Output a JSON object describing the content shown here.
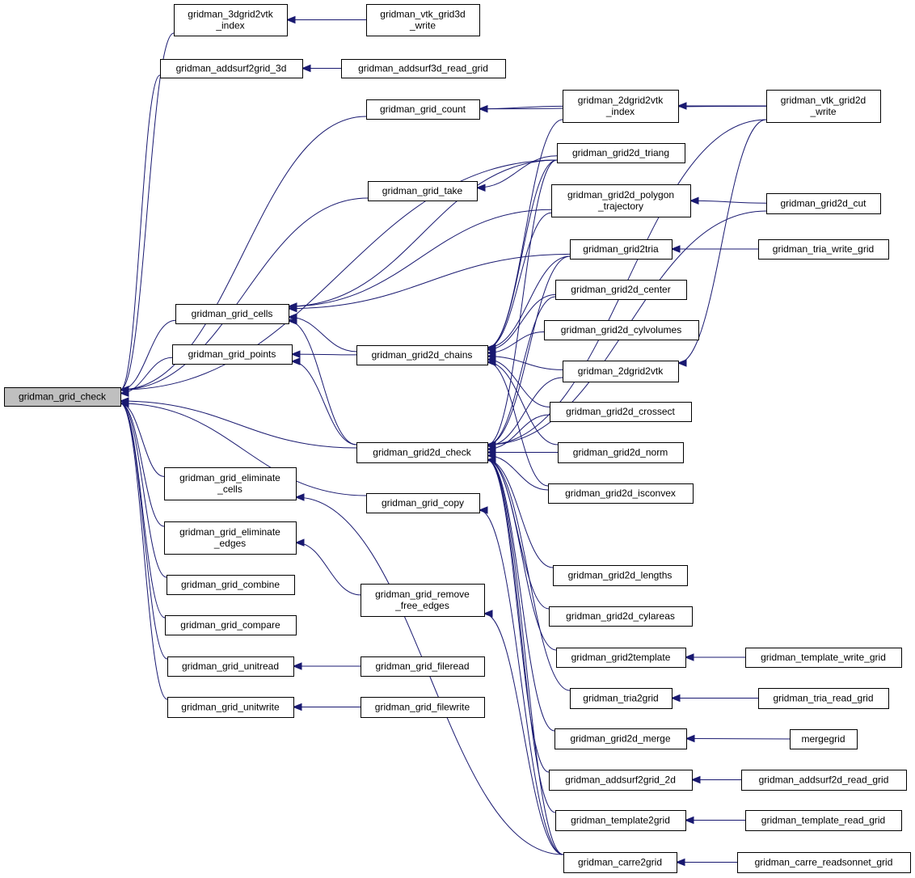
{
  "graph": {
    "edge_color": "#191970",
    "root_fill": "#bfbfbf",
    "node_fill": "#ffffff",
    "root": "check",
    "nodes": [
      {
        "id": "check",
        "label": [
          "gridman_grid_check"
        ]
      },
      {
        "id": "g3d2vtk",
        "label": [
          "gridman_3dgrid2vtk",
          "_index"
        ]
      },
      {
        "id": "vtk3d",
        "label": [
          "gridman_vtk_grid3d",
          "_write"
        ]
      },
      {
        "id": "addsurf3d",
        "label": [
          "gridman_addsurf2grid_3d"
        ]
      },
      {
        "id": "addsurf3dread",
        "label": [
          "gridman_addsurf3d_read_grid"
        ]
      },
      {
        "id": "gcount",
        "label": [
          "gridman_grid_count"
        ]
      },
      {
        "id": "g2d2vtkidx",
        "label": [
          "gridman_2dgrid2vtk",
          "_index"
        ]
      },
      {
        "id": "vtk2d",
        "label": [
          "gridman_vtk_grid2d",
          "_write"
        ]
      },
      {
        "id": "triang",
        "label": [
          "gridman_grid2d_triang"
        ]
      },
      {
        "id": "take",
        "label": [
          "gridman_grid_take"
        ]
      },
      {
        "id": "polytraj",
        "label": [
          "gridman_grid2d_polygon",
          "_trajectory"
        ]
      },
      {
        "id": "cut",
        "label": [
          "gridman_grid2d_cut"
        ]
      },
      {
        "id": "g2tria",
        "label": [
          "gridman_grid2tria"
        ]
      },
      {
        "id": "triawrite",
        "label": [
          "gridman_tria_write_grid"
        ]
      },
      {
        "id": "cells",
        "label": [
          "gridman_grid_cells"
        ]
      },
      {
        "id": "center",
        "label": [
          "gridman_grid2d_center"
        ]
      },
      {
        "id": "cylvol",
        "label": [
          "gridman_grid2d_cylvolumes"
        ]
      },
      {
        "id": "points",
        "label": [
          "gridman_grid_points"
        ]
      },
      {
        "id": "chains",
        "label": [
          "gridman_grid2d_chains"
        ]
      },
      {
        "id": "g2d2vtk",
        "label": [
          "gridman_2dgrid2vtk"
        ]
      },
      {
        "id": "crossect",
        "label": [
          "gridman_grid2d_crossect"
        ]
      },
      {
        "id": "check2d",
        "label": [
          "gridman_grid2d_check"
        ]
      },
      {
        "id": "norm",
        "label": [
          "gridman_grid2d_norm"
        ]
      },
      {
        "id": "elimcells",
        "label": [
          "gridman_grid_eliminate",
          "_cells"
        ]
      },
      {
        "id": "isconvex",
        "label": [
          "gridman_grid2d_isconvex"
        ]
      },
      {
        "id": "copy",
        "label": [
          "gridman_grid_copy"
        ]
      },
      {
        "id": "elimedges",
        "label": [
          "gridman_grid_eliminate",
          "_edges"
        ]
      },
      {
        "id": "lengths",
        "label": [
          "gridman_grid2d_lengths"
        ]
      },
      {
        "id": "combine",
        "label": [
          "gridman_grid_combine"
        ]
      },
      {
        "id": "remfree",
        "label": [
          "gridman_grid_remove",
          "_free_edges"
        ]
      },
      {
        "id": "cylareas",
        "label": [
          "gridman_grid2d_cylareas"
        ]
      },
      {
        "id": "compare",
        "label": [
          "gridman_grid_compare"
        ]
      },
      {
        "id": "g2template",
        "label": [
          "gridman_grid2template"
        ]
      },
      {
        "id": "tplwrite",
        "label": [
          "gridman_template_write_grid"
        ]
      },
      {
        "id": "unitread",
        "label": [
          "gridman_grid_unitread"
        ]
      },
      {
        "id": "fileread",
        "label": [
          "gridman_grid_fileread"
        ]
      },
      {
        "id": "tria2grid",
        "label": [
          "gridman_tria2grid"
        ]
      },
      {
        "id": "triaread",
        "label": [
          "gridman_tria_read_grid"
        ]
      },
      {
        "id": "unitwrite",
        "label": [
          "gridman_grid_unitwrite"
        ]
      },
      {
        "id": "filewrite",
        "label": [
          "gridman_grid_filewrite"
        ]
      },
      {
        "id": "merge",
        "label": [
          "gridman_grid2d_merge"
        ]
      },
      {
        "id": "mergegrid",
        "label": [
          "mergegrid"
        ]
      },
      {
        "id": "addsurf2d",
        "label": [
          "gridman_addsurf2grid_2d"
        ]
      },
      {
        "id": "addsurf2dread",
        "label": [
          "gridman_addsurf2d_read_grid"
        ]
      },
      {
        "id": "tpl2grid",
        "label": [
          "gridman_template2grid"
        ]
      },
      {
        "id": "tplread",
        "label": [
          "gridman_template_read_grid"
        ]
      },
      {
        "id": "carre",
        "label": [
          "gridman_carre2grid"
        ]
      },
      {
        "id": "carreread",
        "label": [
          "gridman_carre_readsonnet_grid"
        ]
      }
    ],
    "edges": [
      [
        "g3d2vtk",
        "check"
      ],
      [
        "addsurf3d",
        "check"
      ],
      [
        "gcount",
        "check"
      ],
      [
        "triang",
        "check"
      ],
      [
        "take",
        "check"
      ],
      [
        "cells",
        "check"
      ],
      [
        "points",
        "check"
      ],
      [
        "check2d",
        "check"
      ],
      [
        "copy",
        "check"
      ],
      [
        "elimcells",
        "check"
      ],
      [
        "elimedges",
        "check"
      ],
      [
        "combine",
        "check"
      ],
      [
        "compare",
        "check"
      ],
      [
        "unitread",
        "check"
      ],
      [
        "unitwrite",
        "check"
      ],
      [
        "vtk3d",
        "g3d2vtk"
      ],
      [
        "addsurf3dread",
        "addsurf3d"
      ],
      [
        "g2d2vtkidx",
        "gcount"
      ],
      [
        "vtk2d",
        "gcount"
      ],
      [
        "vtk2d",
        "g2d2vtkidx"
      ],
      [
        "triang",
        "take"
      ],
      [
        "polytraj",
        "cells"
      ],
      [
        "g2tria",
        "cells"
      ],
      [
        "triang",
        "cells"
      ],
      [
        "chains",
        "cells"
      ],
      [
        "check2d",
        "cells"
      ],
      [
        "chains",
        "points"
      ],
      [
        "check2d",
        "points"
      ],
      [
        "g2d2vtkidx",
        "chains"
      ],
      [
        "triang",
        "chains"
      ],
      [
        "polytraj",
        "chains"
      ],
      [
        "g2tria",
        "chains"
      ],
      [
        "center",
        "chains"
      ],
      [
        "cylvol",
        "chains"
      ],
      [
        "g2d2vtk",
        "chains"
      ],
      [
        "crossect",
        "chains"
      ],
      [
        "norm",
        "chains"
      ],
      [
        "isconvex",
        "chains"
      ],
      [
        "triang",
        "check2d"
      ],
      [
        "g2tria",
        "check2d"
      ],
      [
        "center",
        "check2d"
      ],
      [
        "g2d2vtk",
        "check2d"
      ],
      [
        "crossect",
        "check2d"
      ],
      [
        "norm",
        "check2d"
      ],
      [
        "isconvex",
        "check2d"
      ],
      [
        "lengths",
        "check2d"
      ],
      [
        "cylareas",
        "check2d"
      ],
      [
        "g2template",
        "check2d"
      ],
      [
        "tria2grid",
        "check2d"
      ],
      [
        "merge",
        "check2d"
      ],
      [
        "addsurf2d",
        "check2d"
      ],
      [
        "tpl2grid",
        "check2d"
      ],
      [
        "carre",
        "check2d"
      ],
      [
        "vtk2d",
        "check2d"
      ],
      [
        "cut",
        "polytraj"
      ],
      [
        "cut",
        "check2d"
      ],
      [
        "triawrite",
        "g2tria"
      ],
      [
        "vtk2d",
        "g2d2vtk"
      ],
      [
        "carre",
        "copy"
      ],
      [
        "remfree",
        "elimedges"
      ],
      [
        "carre",
        "elimcells"
      ],
      [
        "carre",
        "remfree"
      ],
      [
        "fileread",
        "unitread"
      ],
      [
        "filewrite",
        "unitwrite"
      ],
      [
        "tplwrite",
        "g2template"
      ],
      [
        "triaread",
        "tria2grid"
      ],
      [
        "mergegrid",
        "merge"
      ],
      [
        "addsurf2dread",
        "addsurf2d"
      ],
      [
        "tplread",
        "tpl2grid"
      ],
      [
        "carreread",
        "carre"
      ]
    ]
  }
}
